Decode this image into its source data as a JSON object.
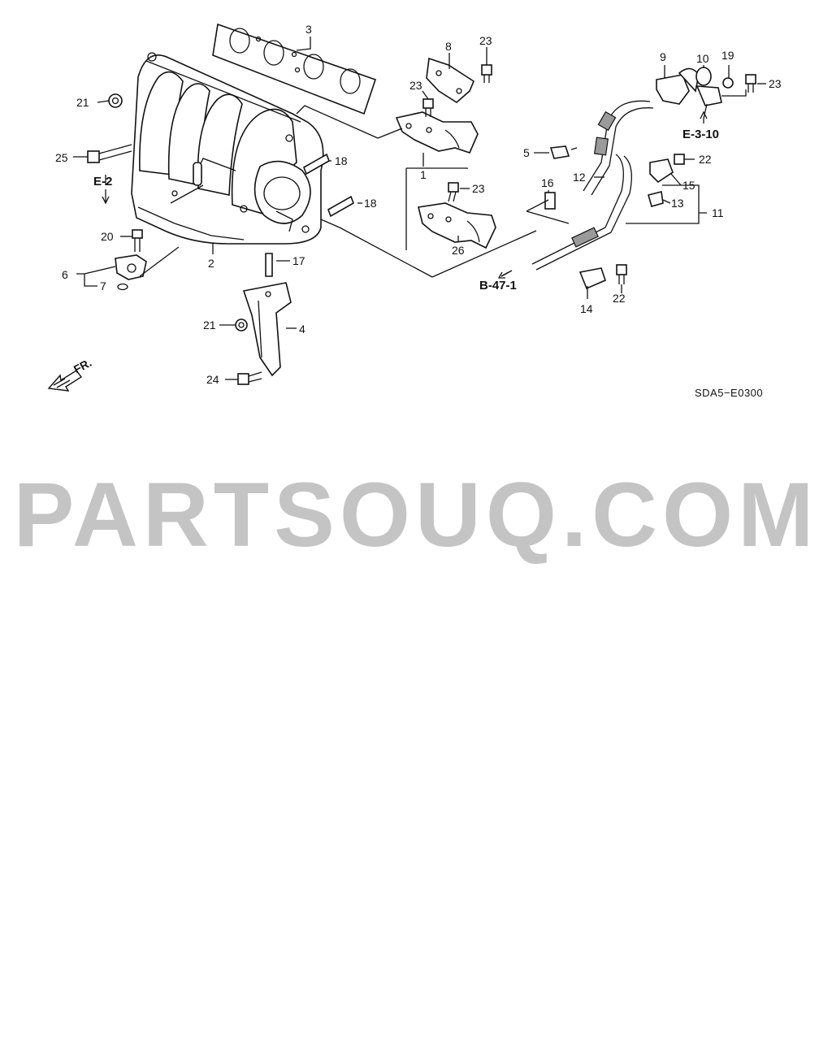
{
  "callouts": {
    "c1": "1",
    "c2": "2",
    "c3": "3",
    "c4": "4",
    "c5": "5",
    "c6": "6",
    "c7": "7",
    "c8": "8",
    "c9": "9",
    "c10": "10",
    "c11": "11",
    "c12": "12",
    "c13": "13",
    "c14": "14",
    "c15": "15",
    "c16": "16",
    "c17": "17",
    "c18a": "18",
    "c18b": "18",
    "c19": "19",
    "c20": "20",
    "c21a": "21",
    "c21b": "21",
    "c22a": "22",
    "c22b": "22",
    "c23a": "23",
    "c23b": "23",
    "c23c": "23",
    "c23d": "23",
    "c24": "24",
    "c25": "25",
    "c26": "26"
  },
  "references": {
    "e2": "E-2",
    "e310": "E-3-10",
    "b471": "B-47-1",
    "front": "FR."
  },
  "diagram_code": "SDA5−E0300",
  "watermark": "PARTSOUQ.COM"
}
